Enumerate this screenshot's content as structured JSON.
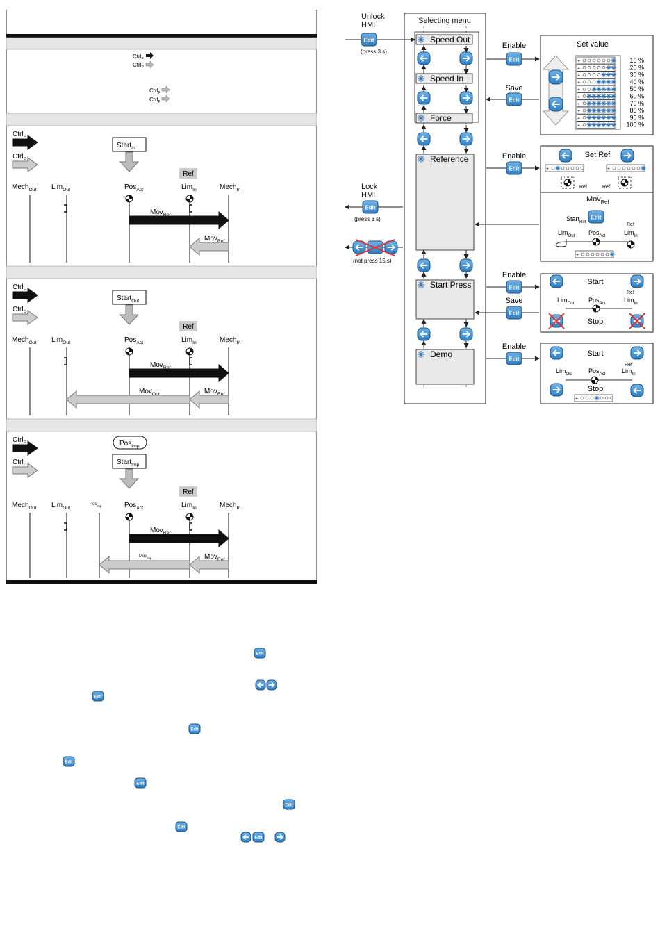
{
  "left": {
    "ctrl_f": "Ctrl",
    "ctrl_f_sub": "F",
    "ctrl_p": "Ctrl",
    "ctrl_p_sub": "P",
    "mech": "Mech",
    "out_sub": "Out",
    "in_sub": "In",
    "lim": "Lim",
    "pos": "Pos",
    "act_sub": "Act",
    "ref_tag": "Ref",
    "start": "Start",
    "start_in_sub": "In",
    "start_out_sub": "Out",
    "start_imp_sub": "Imp",
    "pos_imp": "Pos",
    "imp_sub": "Imp",
    "mov": "Mov",
    "mov_ref_sub": "Ref",
    "mov_out_sub": "Out",
    "mov_imp": "Mov",
    "pos_tiny": "Pos"
  },
  "menu": {
    "unlock": [
      "Unlock",
      "HMI"
    ],
    "unlock_note": "(press 3 s)",
    "lock": [
      "Lock",
      "HMI"
    ],
    "lock_note": "(press 3 s)",
    "cancel_note": "(not press 15 s)",
    "title": "Selecting menu",
    "edit_label": "Edit",
    "items": [
      "Speed Out",
      "Speed In",
      "Force",
      "Reference",
      "Start Press",
      "Demo"
    ],
    "enable": "Enable",
    "save": "Save"
  },
  "panels": {
    "set_value": {
      "title": "Set value",
      "percents": [
        "10 %",
        "20 %",
        "30 %",
        "40 %",
        "50 %",
        "60 %",
        "70 %",
        "80 %",
        "90 %",
        "100 %"
      ]
    },
    "set_ref": {
      "title": "Set Ref",
      "ref_label": "Ref"
    },
    "mov_ref": {
      "title": "Mov",
      "title_sub": "Ref",
      "start": "Start",
      "start_sub": "Ref",
      "edit": "Edit"
    },
    "start_press": {
      "start": "Start",
      "stop": "Stop"
    },
    "demo": {
      "start": "Start",
      "stop": "Stop"
    }
  },
  "body": {
    "edit_label": "Edit"
  }
}
